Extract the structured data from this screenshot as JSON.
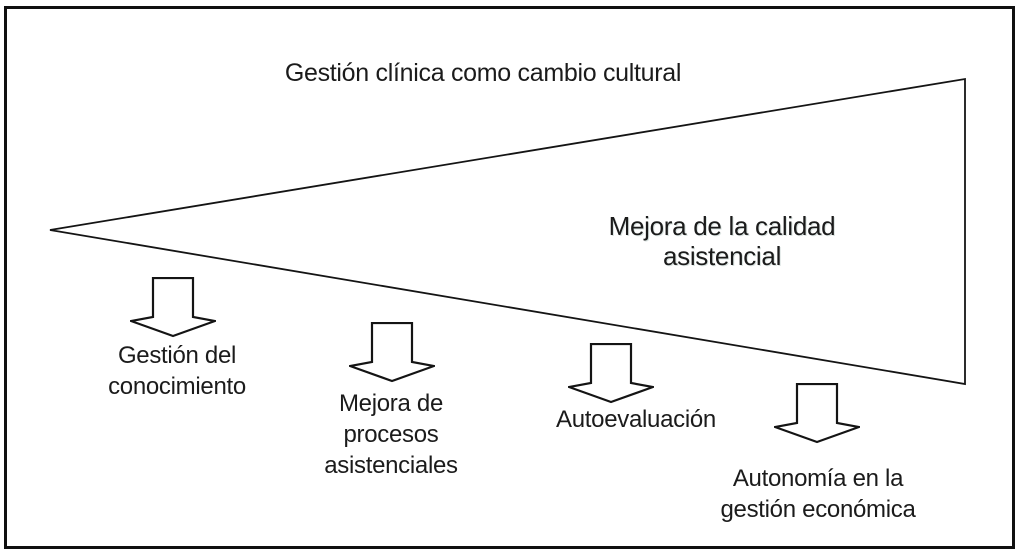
{
  "figure": {
    "title": "Gestión clínica como cambio cultural",
    "funnel": {
      "label": "Mejora de la calidad asistencial"
    },
    "arrows": [
      {
        "label": "Gestión del\nconocimiento"
      },
      {
        "label": "Mejora de\nprocesos\nasistenciales"
      },
      {
        "label": "Autoevaluación"
      },
      {
        "label": "Autonomía en la\ngestión económica"
      }
    ],
    "colors": {
      "ink": "#1b1b1b",
      "line": "#141414",
      "background": "#ffffff"
    }
  }
}
